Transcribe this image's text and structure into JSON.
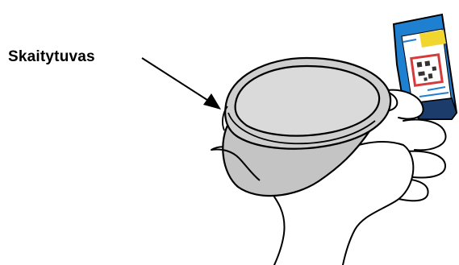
{
  "callout": {
    "label": "Skaitytuvas"
  },
  "colors": {
    "outline": "#000000",
    "scanner_fill": "#c8c8c8",
    "scanner_top_fill": "#d9d9d9",
    "vial_blue": "#1f7fd0",
    "vial_label_yellow": "#f2d630",
    "vial_label_red": "#d63b3b",
    "vial_cap_dark": "#1c3d6b"
  },
  "icons": {
    "scanner": "handheld-barcode-scanner-illustration",
    "vial": "labelled-sample-vial-illustration",
    "hand": "hand-outline-illustration"
  }
}
